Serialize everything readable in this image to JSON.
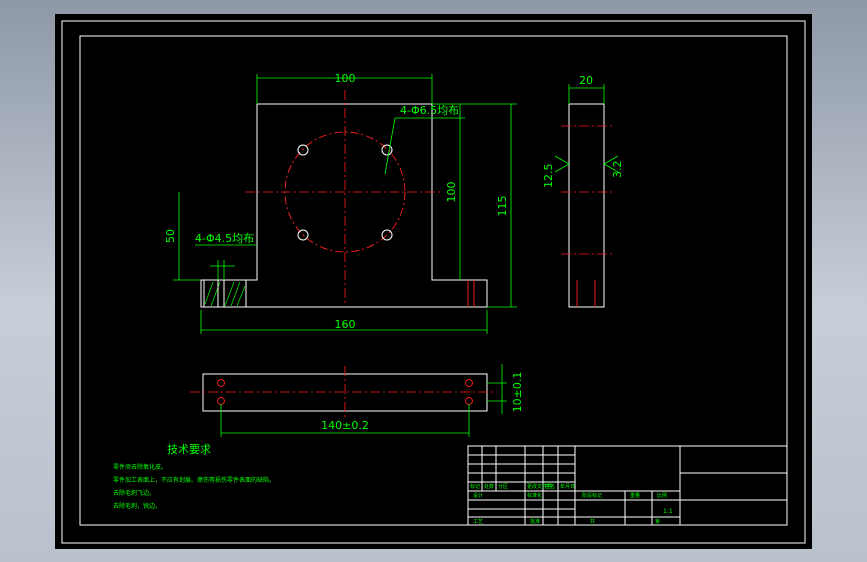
{
  "dimensions": {
    "top_width": "100",
    "hole_pattern_large": "4-Φ6.5均布",
    "inner_height": "100",
    "total_height": "115",
    "left_height": "50",
    "hole_pattern_small": "4-Φ4.5均布",
    "base_width": "160",
    "side_width": "20",
    "roughness_left": "12.5",
    "roughness_right": "3.2",
    "bottom_tolerance": "140±0.2",
    "bottom_height": "10±0.1"
  },
  "notes": {
    "title": "技术要求",
    "lines": [
      "零件须去除氧化皮。",
      "零件加工表面上，不应有划痕、擦伤等损伤零件表面的缺陷。",
      "去除毛刺飞边。",
      "去除毛刺，锐边。"
    ]
  },
  "title_block": {
    "row_labels": [
      "标记",
      "处数",
      "分区",
      "更改文件号",
      "签名",
      "年月日"
    ],
    "design": "设计",
    "standard": "标准化",
    "stage": "阶段标记",
    "weight": "重量",
    "scale": "比例",
    "scale_value": "1:1",
    "approve": "批准",
    "process": "工艺",
    "sheet": "共",
    "page": "第"
  },
  "colors": {
    "background": "#000000",
    "geometry": "#ffffff",
    "dimension": "#00ff00",
    "centerline": "#ff2020"
  }
}
